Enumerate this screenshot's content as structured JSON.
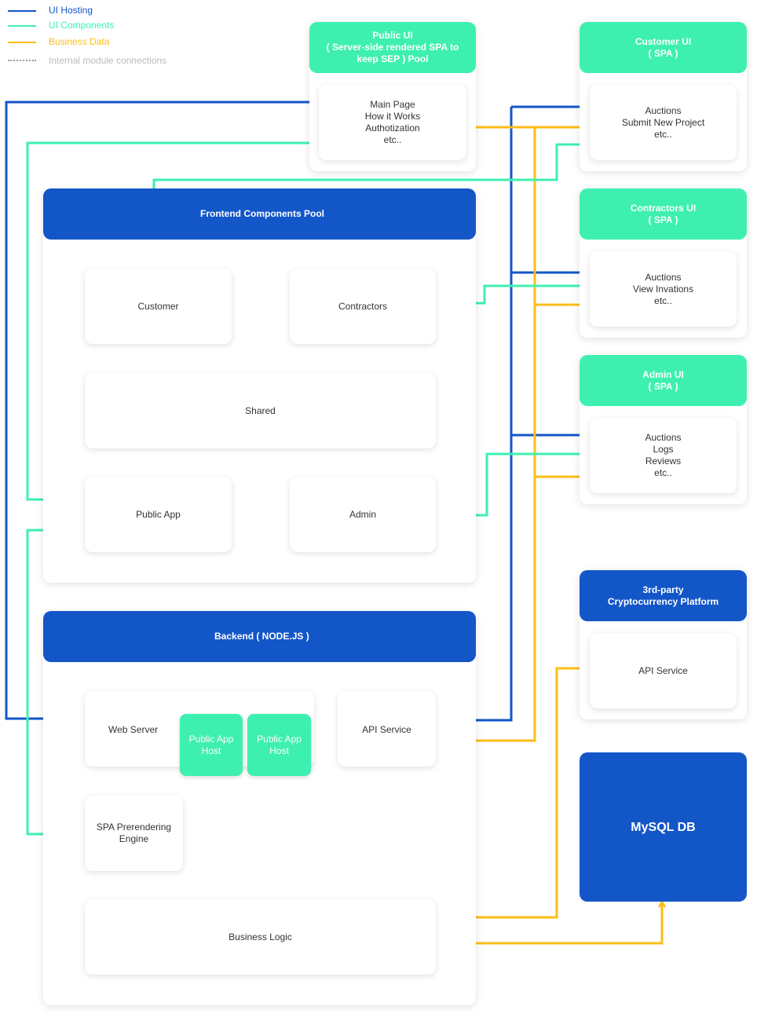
{
  "colors": {
    "ui_hosting": "#1356c8",
    "ui_components": "#3ef0b0",
    "business_data": "#fbbd17",
    "internal": "#7a7a7a",
    "header_green": "#3ef0b0",
    "header_blue": "#1356c8"
  },
  "legend": {
    "ui_hosting": "UI Hosting",
    "ui_components": "UI Components",
    "business_data": "Business Data",
    "internal": "Internal module connections"
  },
  "public_ui": {
    "header": "Public UI\n( Server-side rendered SPA to\nkeep SEP ) Pool",
    "content": "Main Page\nHow it Works\nAuthotization\netc.."
  },
  "customer_ui": {
    "header": "Customer UI\n( SPA )",
    "content": "Auctions\nSubmit New Project\netc.."
  },
  "contractors_ui": {
    "header": "Contractors UI\n( SPA )",
    "content": "Auctions\nView Invations\netc.."
  },
  "admin_ui": {
    "header": "Admin UI\n( SPA )",
    "content": "Auctions\nLogs\nReviews\netc.."
  },
  "frontend_pool": {
    "header": "Frontend Components Pool",
    "customer": "Customer",
    "contractors": "Contractors",
    "shared": "Shared",
    "public_app": "Public App",
    "admin": "Admin"
  },
  "backend": {
    "header": "Backend ( NODE.JS )",
    "web_server": "Web Server",
    "host1": "Public App\nHost",
    "host2": "Public App\nHost",
    "api_service": "API Service",
    "spa_prerender": "SPA Prerendering\nEngine",
    "business_logic": "Business Logic"
  },
  "crypto": {
    "header": "3rd-party\nCryptocurrency Platform",
    "api_service": "API Service"
  },
  "mysql": {
    "label": "MySQL DB"
  }
}
